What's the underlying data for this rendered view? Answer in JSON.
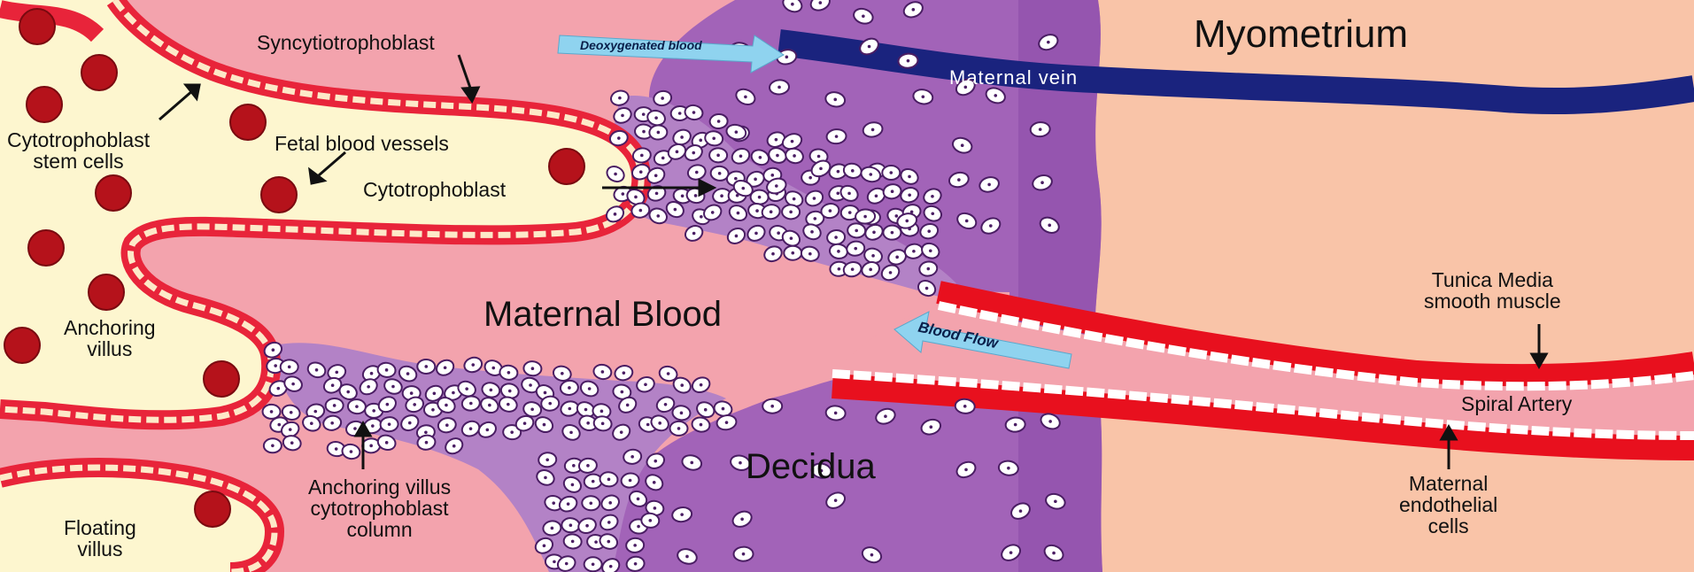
{
  "colors": {
    "maternal_blood": "#f3a3ad",
    "chorion": "#fdf6cf",
    "syncytio": "#e8243a",
    "decidua": "#a263b8",
    "decidua_dark": "#8b4aa8",
    "myometrium": "#f9c4a8",
    "vein": "#1a237e",
    "artery_wall": "#e8101e",
    "endothelium": "#ffffff",
    "cell_outline": "#4a1d63",
    "rbc": "#b5121b",
    "arrow_flow": "#8fd3ef"
  },
  "labels": {
    "myometrium": "Myometrium",
    "maternal_vein": "Maternal vein",
    "deoxygenated_blood": "Deoxygenated blood",
    "syncytiotrophoblast": "Syncytiotrophoblast",
    "cytotrophoblast_stem_line1": "Cytotrophoblast",
    "cytotrophoblast_stem_line2": "stem cells",
    "fetal_blood_vessels": "Fetal blood vessels",
    "cytotrophoblast": "Cytotrophoblast",
    "maternal_blood": "Maternal Blood",
    "blood_flow": "Blood Flow",
    "tunica_line1": "Tunica Media",
    "tunica_line2": "smooth muscle",
    "spiral_artery": "Spiral Artery",
    "anchoring_villus_line1": "Anchoring",
    "anchoring_villus_line2": "villus",
    "decidua": "Decidua",
    "column_line1": "Anchoring villus",
    "column_line2": "cytotrophoblast",
    "column_line3": "column",
    "floating_line1": "Floating",
    "floating_line2": "villus",
    "endothelial_line1": "Maternal",
    "endothelial_line2": "endothelial",
    "endothelial_line3": "cells"
  }
}
